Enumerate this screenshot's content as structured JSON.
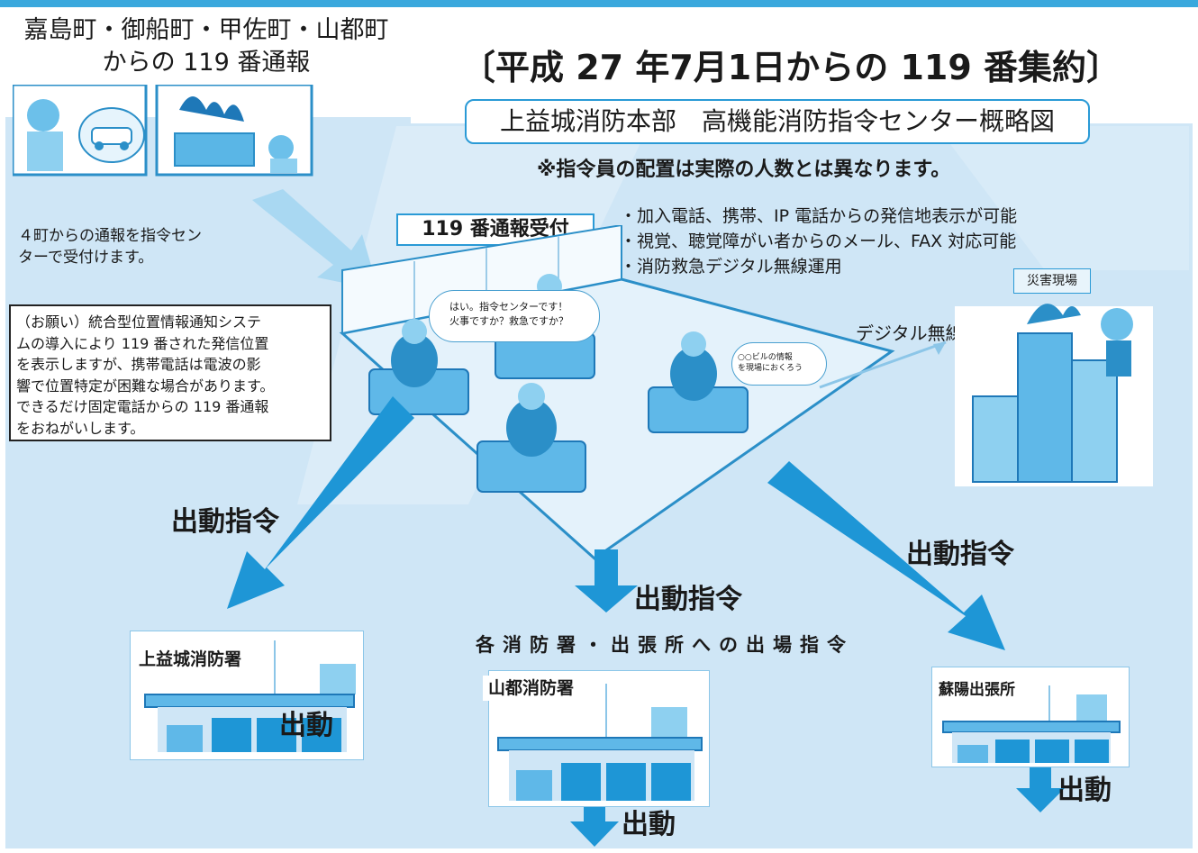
{
  "title": {
    "towns_line1": "嘉島町・御船町・甲佐町・山都町",
    "towns_line2": "からの 119 番通報",
    "main": "〔平成 27 年7月1日からの 119 番集約〕",
    "box": "上益城消防本部　高機能消防指令センター概略図",
    "note": "※指令員の配置は実際の人数とは異なります。"
  },
  "reception": {
    "label": "119 番通報受付",
    "bullets": [
      "・加入電話、携帯、IP 電話からの発信地表示が可能",
      "・視覚、聴覚障がい者からのメール、FAX 対応可能",
      "・消防救急デジタル無線運用"
    ]
  },
  "four_towns": {
    "line1": "４町からの通報を指令セン",
    "line2": "ターで受付けます。"
  },
  "request": {
    "lines": [
      "（お願い）統合型位置情報通知システ",
      "ムの導入により 119 番された発信位置",
      "を表示しますが、携帯電話は電波の影",
      "響で位置特定が困難な場合があります。",
      "できるだけ固定電話からの 119 番通報",
      "をおねがいします。"
    ]
  },
  "speech": {
    "operator_line1": "はい。指令センターです！",
    "operator_line2": "火事ですか？救急ですか？",
    "info_line1": "○○ビルの情報",
    "info_line2": "を現場におくろう"
  },
  "radio": "デジタル無線",
  "site_tag": "災害現場",
  "dispatch": {
    "left": "出動指令",
    "center": "出動指令",
    "right": "出動指令",
    "all_stations": "各消防署・出張所への出場指令"
  },
  "stations": [
    {
      "name": "上益城消防署",
      "go": "出動"
    },
    {
      "name": "山都消防署",
      "go": "出動"
    },
    {
      "name": "蘇陽出張所",
      "go": "出動"
    }
  ],
  "colors": {
    "background_blue": "#cfe6f6",
    "accent_blue": "#2a9ad6",
    "arrow_blue": "#1e96d6",
    "line_art": "#2b8fc8"
  }
}
